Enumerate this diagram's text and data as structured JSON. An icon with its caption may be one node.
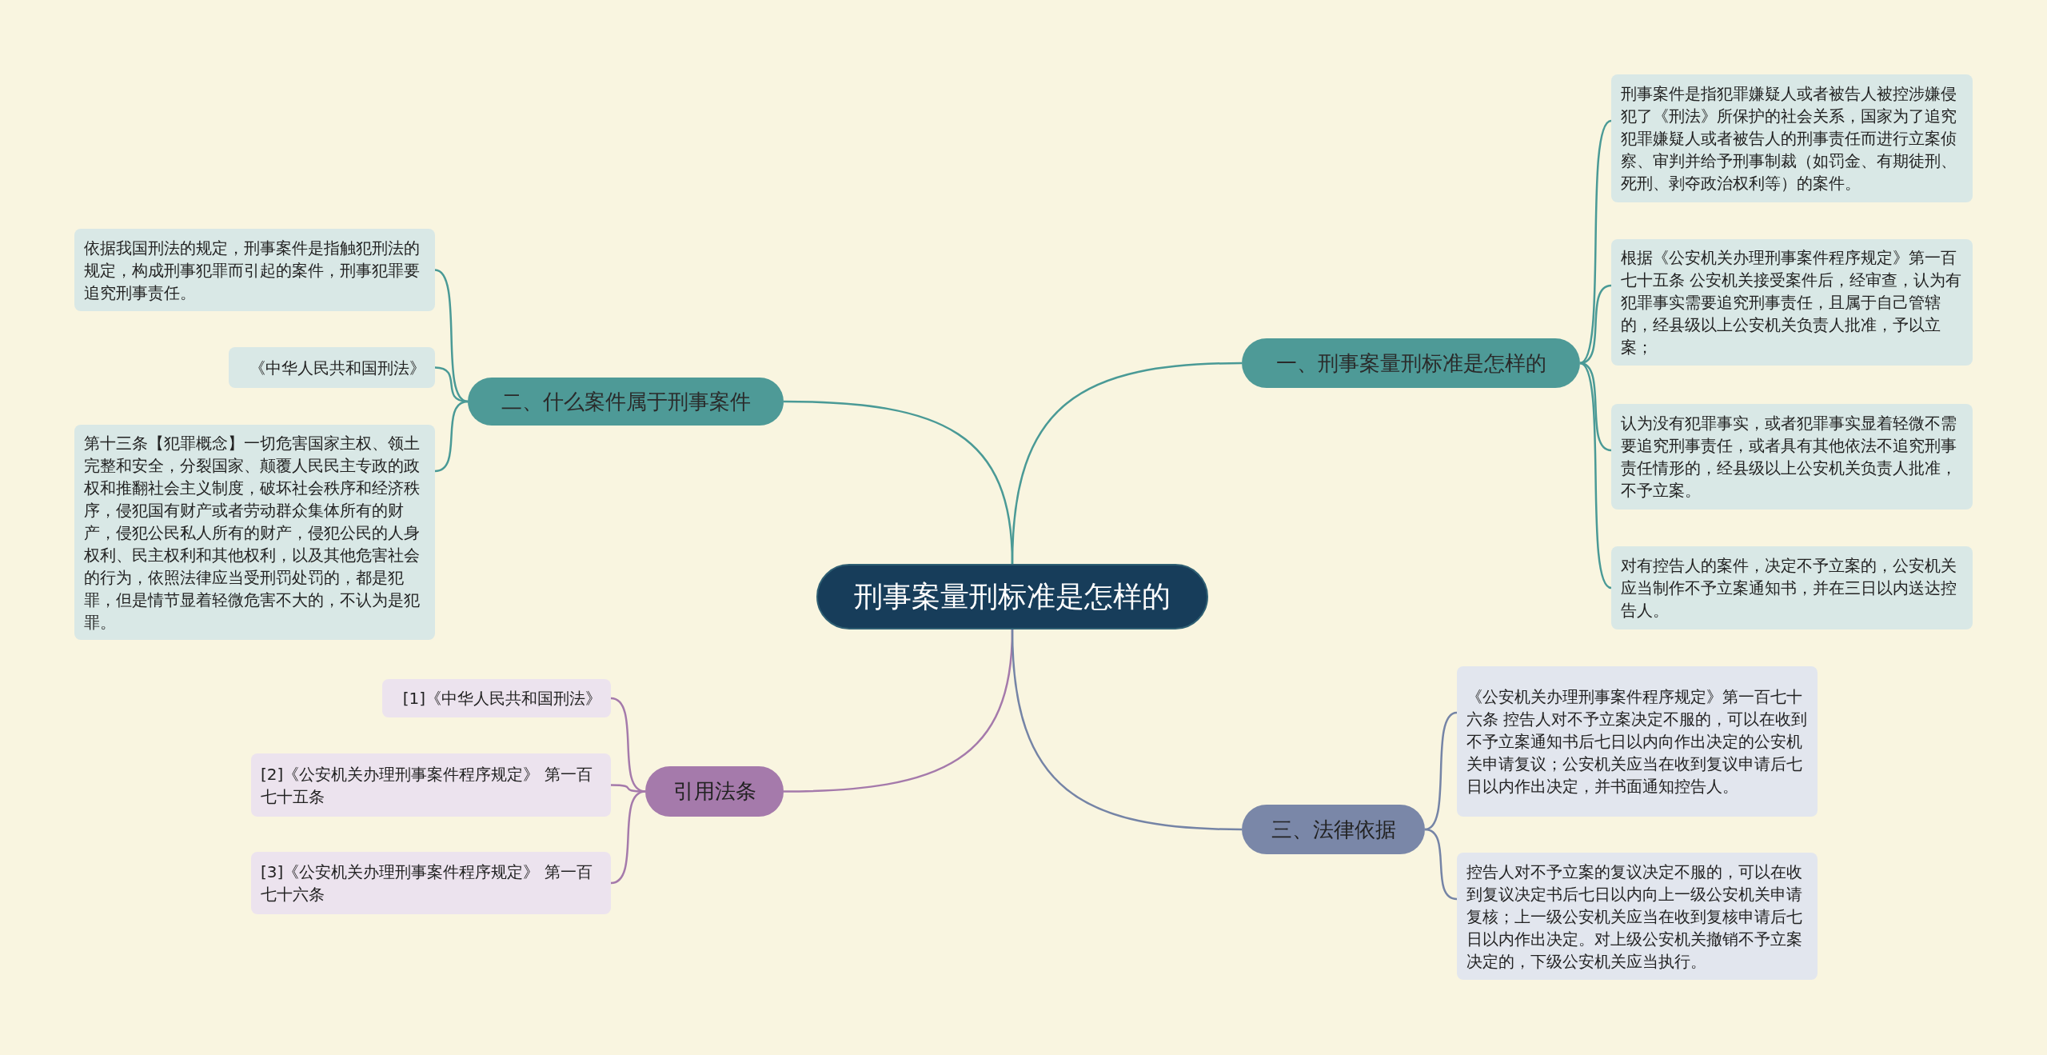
{
  "diagram": {
    "nodes": [
      {
        "text": [
          "刑事案量刑标准是怎样的"
        ]
      },
      {
        "text": [
          "二、什么案件属于刑事案件"
        ]
      },
      {
        "text": [
          "依据我国刑法的规定，刑事案件是指触犯刑法的规定，构成刑事犯罪而引起的案件，刑事犯罪要追究刑事责任。"
        ]
      },
      {
        "text": [
          "《中华人民共和国刑法》"
        ]
      },
      {
        "text": [
          "第十三条【犯罪概念】一切危害国家主权、领土完整和安全，分裂国家、颠覆人民民主专政的政权和推翻社会主义制度，破坏社会秩序和经济秩序，侵犯国有财产或者劳动群众集体所有的财产，侵犯公民私人所有的财产，侵犯公民的人身权利、民主权利和其他权利，以及其他危害社会的行为，依照法律应当受刑罚处罚的，都是犯罪，但是情节显着轻微危害不大的，不认为是犯罪。"
        ]
      },
      {
        "text": [
          "一、刑事案量刑标准是怎样的"
        ]
      },
      {
        "text": [
          "刑事案件是指犯罪嫌疑人或者被告人被控涉嫌侵犯了《刑法》所保护的社会关系，国家为了追究犯罪嫌疑人或者被告人的刑事责任而进行立案侦察、审判并给予刑事制裁（如罚金、有期徒刑、死刑、剥夺政治权利等）的案件。"
        ]
      },
      {
        "text": [
          "根据《公安机关办理刑事案件程序规定》第一百七十五条 公安机关接受案件后，经审查，认为有犯罪事实需要追究刑事责任，且属于自己管辖的，经县级以上公安机关负责人批准，予以立案；"
        ]
      },
      {
        "text": [
          "认为没有犯罪事实，或者犯罪事实显着轻微不需要追究刑事责任，或者具有其他依法不追究刑事责任情形的，经县级以上公安机关负责人批准，不予立案。"
        ]
      },
      {
        "text": [
          "对有控告人的案件，决定不予立案的，公安机关应当制作不予立案通知书，并在三日以内送达控告人。"
        ]
      },
      {
        "text": [
          "引用法条"
        ]
      },
      {
        "text": [
          "[1]《中华人民共和国刑法》"
        ]
      },
      {
        "text": [
          "[2]《公安机关办理刑事案件程序规定》 第一百七十五条"
        ]
      },
      {
        "text": [
          "[3]《公安机关办理刑事案件程序规定》 第一百七十六条"
        ]
      },
      {
        "text": [
          "三、法律依据"
        ]
      },
      {
        "text": [
          "《公安机关办理刑事案件程序规定》第一百七十六条 控告人对不予立案决定不服的，可以在收到不予立案通知书后七日以内向作出决定的公安机关申请复议；公安机关应当在收到复议申请后七日以内作出决定，并书面通知控告人。"
        ]
      },
      {
        "text": [
          "控告人对不予立案的复议决定不服的，可以在收到复议决定书后七日以内向上一级公安机关申请复核；上一级公安机关应当在收到复核申请后七日以内作出决定。对上级公安机关撤销不予立案决定的，下级公安机关应当执行。"
        ]
      }
    ],
    "edges": [
      {
        "from": 0,
        "to": 1,
        "arrow": "none"
      },
      {
        "from": 1,
        "to": 2,
        "arrow": "none"
      },
      {
        "from": 1,
        "to": 3,
        "arrow": "none"
      },
      {
        "from": 1,
        "to": 4,
        "arrow": "none"
      },
      {
        "from": 0,
        "to": 5,
        "arrow": "none"
      },
      {
        "from": 5,
        "to": 6,
        "arrow": "none"
      },
      {
        "from": 5,
        "to": 7,
        "arrow": "none"
      },
      {
        "from": 5,
        "to": 8,
        "arrow": "none"
      },
      {
        "from": 5,
        "to": 9,
        "arrow": "none"
      },
      {
        "from": 0,
        "to": 10,
        "arrow": "none",
        "color": "#a57aab"
      },
      {
        "from": 10,
        "to": 11,
        "arrow": "none",
        "color": "#a57aab"
      },
      {
        "from": 10,
        "to": 12,
        "arrow": "none",
        "color": "#a57aab"
      },
      {
        "from": 10,
        "to": 13,
        "arrow": "none",
        "color": "#a57aab"
      },
      {
        "from": 0,
        "to": 14,
        "arrow": "none",
        "color": "#7584a6"
      },
      {
        "from": 14,
        "to": 15,
        "arrow": "none",
        "color": "#7584a6"
      },
      {
        "from": 14,
        "to": 16,
        "arrow": "none",
        "color": "#7584a6"
      }
    ]
  }
}
